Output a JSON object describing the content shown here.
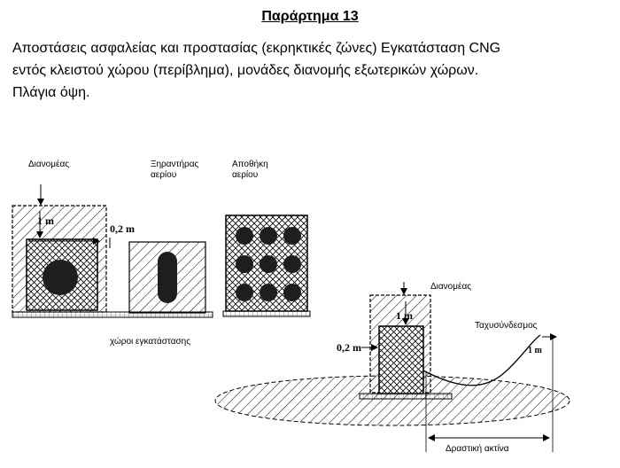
{
  "title": "Παράρτημα 13",
  "description": [
    "Αποστάσεις ασφαλείας και προστασίας (εκρηκτικές ζώνες) Εγκατάσταση CNG",
    "εντός κλειστού χώρου (περίβλημα), μονάδες διανομής εξωτερικών χώρων.",
    "Πλάγια όψη."
  ],
  "diagram": {
    "label_dispenser": "Διανομέας",
    "label_dryer": [
      "Ξηραντήρας",
      "αερίου"
    ],
    "label_storage": [
      "Αποθήκη",
      "αερίου"
    ],
    "dim_1m": "1 m",
    "dim_02m": "0,2 m",
    "label_installation_spaces": "χώροι εγκατάστασης",
    "label_dispenser_2": "Διανομέας",
    "dim_1m_2": "1 m",
    "dim_02m_2": "0,2 m",
    "label_quick_connect": "Ταχυσύνδεσμος",
    "dim_1m_3": "1 m",
    "label_active_radius": "Δραστική ακτίνα"
  }
}
